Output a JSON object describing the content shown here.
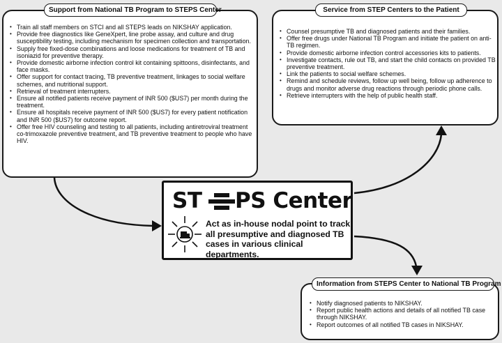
{
  "left_panel": {
    "title": "Support from National TB Program to STEPS Center",
    "items": [
      "Train all staff members on STCI and all STEPS leads on NIKSHAY application.",
      "Provide free diagnostics like GeneXpert, line probe assay, and culture and drug susceptibility testing, including mechanism for specimen collection and transportation.",
      "Supply free fixed-dose combinations and loose medications for treatment of TB and isoniazid for preventive therapy.",
      "Provide domestic airborne infection control kit containing spittoons, disinfectants, and face masks.",
      "Offer support for contact tracing, TB preventive treatment, linkages to social welfare schemes, and nutritional support.",
      "Retrieval of treatment interrupters.",
      "Ensure all notified patients receive payment of INR 500 ($US7) per month during the treatment.",
      "Ensure all hospitals receive payment of INR 500 ($US7) for every patient notification and INR 500 ($US7) for outcome report.",
      "Offer free HIV counseling and testing to all patients, including antiretroviral treatment co-trimoxazole preventive treatment, and TB preventive treatment to people who have HIV."
    ]
  },
  "right_panel": {
    "title": "Service from STEP Centers to the Patient",
    "items": [
      "Counsel presumptive TB and diagnosed patients and their families.",
      "Offer free drugs under National TB Program and initiate the patient on anti-TB regimen.",
      "Provide domestic airborne infection control accessories kits to patients.",
      "Investigate contacts, rule out TB, and start the child contacts on provided TB preventive treatment.",
      "Link the patients to social welfare schemes.",
      "Remind and schedule reviews, follow up well being, follow up adherence to drugs and monitor adverse drug reactions through periodic phone calls.",
      "Retrieve interrupters with the help of public health staff."
    ]
  },
  "bottom_panel": {
    "title": "Information from STEPS Center to National TB Program",
    "items": [
      "Notify diagnosed patients to NIKSHAY.",
      "Report public health actions and details of all notified TB case through NIKSHAY.",
      "Report outcomes of all notified TB cases in NIKSHAY."
    ]
  },
  "center": {
    "logo_prefix": "ST",
    "logo_suffix": "PS Center",
    "description": "Act as in-house nodal point to track all presumptive and diagnosed TB cases in various clinical departments.",
    "icon": "nodal-hub-icon"
  },
  "colors": {
    "background": "#e9e9e9",
    "panel": "#ffffff",
    "ink": "#111111"
  }
}
